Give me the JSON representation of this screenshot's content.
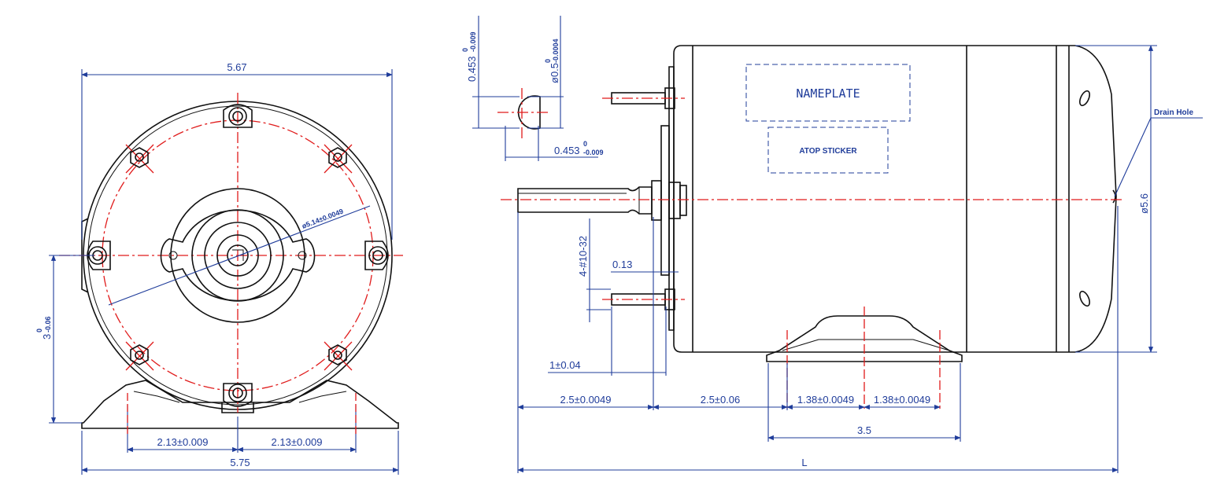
{
  "colors": {
    "outline": "#111111",
    "centerline": "#e01b1b",
    "dimension": "#1f3c9a"
  },
  "labels": {
    "nameplate": "NAMEPLATE",
    "atop_sticker": "ATOP STICKER",
    "drain_hole": "Drain Hole"
  },
  "dims": {
    "front_width_top": "5.67",
    "bolt_circle": "ø5.14±0.0049",
    "front_height_base": "3",
    "front_height_upper": "0",
    "front_height_lower": "-0.06",
    "foot_left": "2.13±0.009",
    "foot_right": "2.13±0.009",
    "front_width_bottom": "5.75",
    "shaft_key_base": "0.453",
    "shaft_key_upper": "0",
    "shaft_key_lower": "-0.009",
    "shaft_dia_base": "ø0.5",
    "shaft_dia_upper": "0",
    "shaft_dia_lower": "-0.0004",
    "shaft_flat_base": "0.453",
    "shaft_flat_upper": "0",
    "shaft_flat_lower": "-0.009",
    "stud_thread": "4-#10-32",
    "flange_thickness": "0.13",
    "stud_offset": "1±0.04",
    "shaft_length": "2.5±0.0049",
    "shaft_to_mount": "2.5±0.06",
    "foot_a": "1.38±0.0049",
    "foot_b": "1.38±0.0049",
    "foot_span": "3.5",
    "overall_length": "L",
    "body_dia": "ø5.6"
  }
}
